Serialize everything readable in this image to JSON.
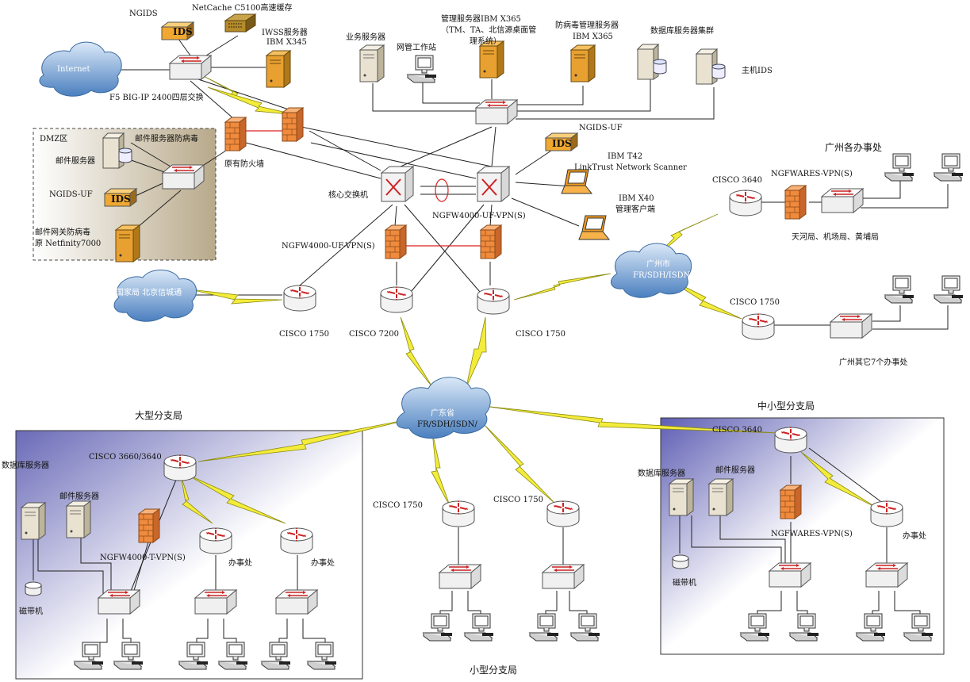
{
  "top": {
    "ngids": "NGIDS",
    "netcache": "NetCache C5100高速缓存",
    "iwss1": "IWSS服务器",
    "iwss2": "IBM X345",
    "internet": "Internet",
    "f5": "F5 BIG-IP 2400四层交换",
    "ids": "IDS"
  },
  "servers": {
    "biz": "业务服务器",
    "netws": "网管工作站",
    "mgmt1": "管理服务器IBM X365",
    "mgmt2": "（TM、TA、北信源桌面管",
    "mgmt3": "理系统）",
    "av1": "防病毒管理服务器",
    "av2": "IBM X365",
    "db": "数据库服务器集群",
    "hids": "主机IDS"
  },
  "dmz": {
    "title": "DMZ区",
    "mailav": "邮件服务器防病毒",
    "mail": "邮件服务器",
    "ngids": "NGIDS-UF",
    "gw1": "邮件网关防病毒",
    "gw2": "原 Netfinity7000",
    "oldfw": "原有防火墙"
  },
  "core": {
    "switch": "核心交换机",
    "ngidsuf": "NGIDS-UF",
    "t42a": "IBM T42",
    "t42b": "LinkTrust Network Scanner",
    "x40a": "IBM X40",
    "x40b": "管理客户端",
    "vpn_right": "NGFW4000-UF-VPN(S)",
    "vpn_left": "NGFW4000-UF-VPN(S)",
    "beijing": "国家局 北京信城通",
    "c1750_left": "CISCO 1750",
    "c7200": "CISCO 7200",
    "c1750_right": "CISCO 1750"
  },
  "gz": {
    "title": "广州各办事处",
    "c3640": "CISCO 3640",
    "ngfwares": "NGFWARES-VPN(S)",
    "offices": "天河局、机场局、黄埔局",
    "city_cloud1": "广州市",
    "city_cloud2": "FR/SDH/ISDN/",
    "c1750": "CISCO 1750",
    "others": "广州其它7个办事处"
  },
  "prov": {
    "cloud1": "广东省",
    "cloud2": "FR/SDH/ISDN/"
  },
  "large": {
    "title": "大型分支局",
    "router": "CISCO 3660/3640",
    "db": "数据库服务器",
    "mail": "邮件服务器",
    "fw": "NGFW4000-T-VPN(S)",
    "tape": "磁带机",
    "office1": "办事处",
    "office2": "办事处"
  },
  "small": {
    "title": "小型分支局",
    "c1": "CISCO 1750",
    "c2": "CISCO 1750"
  },
  "medium": {
    "title": "中小型分支局",
    "router": "CISCO 3640",
    "db": "数据库服务器",
    "mail": "邮件服务器",
    "fw": "NGFWARES-VPN(S)",
    "tape": "磁带机",
    "office": "办事处"
  },
  "colors": {
    "router": "#ffffff",
    "firewall": "#f08a3c",
    "server": "#e9e2d0",
    "serverOrange": "#e8a030",
    "lightning": "#f4ec3a",
    "cloud": "#4f87c4",
    "redLink": "#dd2222"
  }
}
